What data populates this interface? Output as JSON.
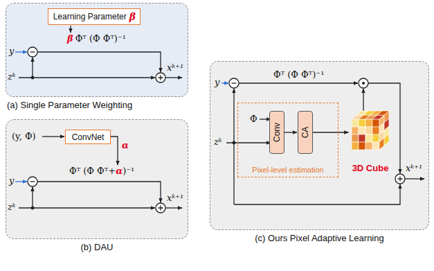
{
  "diagram": {
    "nodes": [
      {
        "text": [
          "(a) Single Parameter Weighting"
        ]
      },
      {
        "text": [
          "Learning Parameter",
          "β"
        ],
        "in": 0
      },
      {
        "text": [
          "(b) DAU"
        ]
      },
      {
        "text": [
          "ConvNet"
        ],
        "in": 2
      },
      {
        "text": [
          "(c) Ours Pixel Adaptive Learning"
        ]
      },
      {
        "text": [
          "Pixel-level estimation"
        ],
        "in": 4
      },
      {
        "text": [
          "Conv"
        ],
        "in": 5
      },
      {
        "text": [
          "CA"
        ],
        "in": 5
      },
      {
        "text": [
          "3D Cube"
        ],
        "in": 4
      }
    ],
    "edges": [
      {
        "from": 6,
        "to": 7,
        "arrow": "to"
      },
      {
        "from": 7,
        "to": 8,
        "arrow": "to"
      }
    ],
    "labels": [
      "β",
      "Φᵀ (Φ Φᵀ)⁻¹",
      "y",
      "zᵏ",
      "xᵏ⁺¹",
      "(y, Φ)",
      "α",
      "Φᵀ (Φ Φᵀ+",
      "α",
      ")⁻¹",
      "y",
      "zᵏ",
      "xᵏ⁺¹",
      "y",
      "zᵏ",
      "Φᵀ (Φ Φᵀ)⁻¹",
      "Φ",
      "xᵏ⁺¹"
    ]
  }
}
